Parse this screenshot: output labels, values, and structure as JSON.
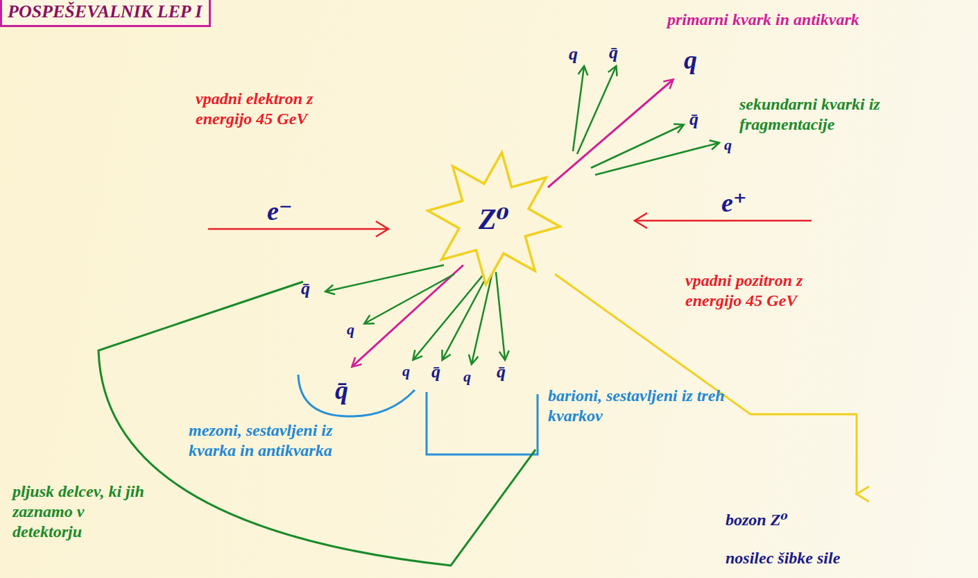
{
  "diagram": {
    "title": "POSPEŠEVALNIK LEP I",
    "nodes": [
      {
        "text": [
          "Z⁰"
        ]
      }
    ],
    "labels": [
      "primarni kvark in antikvark",
      "q",
      "q̄",
      "q",
      "vpadni elektron z energijo 45 GeV",
      "q̄",
      "sekundarni kvarki iz fragmentacije",
      "q",
      "e⁻",
      "e⁺",
      "vpadni pozitron z energijo 45 GeV",
      "q̄",
      "q",
      "q̄",
      "q",
      "q̄",
      "q",
      "q̄",
      "barioni, sestavljeni iz treh kvarkov",
      "mezoni, sestavljeni iz kvarka in antikvarka",
      "pljusk delcev, ki jih zaznamo v detektorju",
      "bozon Z⁰",
      "nosilec šibke sile"
    ]
  }
}
